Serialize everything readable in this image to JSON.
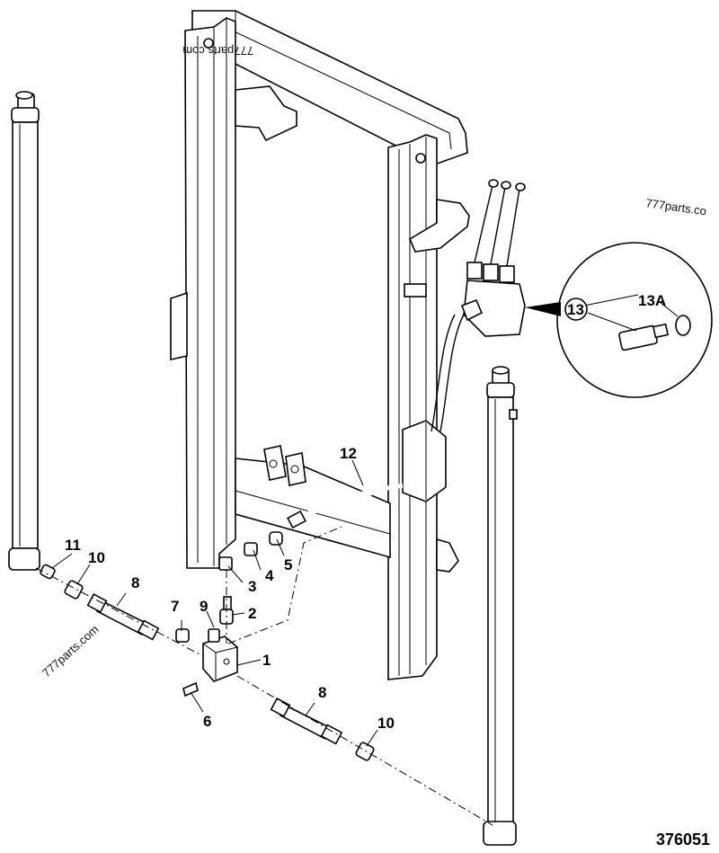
{
  "figure_number": "376051",
  "watermarks": [
    "777parts.com",
    "777parts.co",
    "777parts.com"
  ],
  "callouts": {
    "c1": "1",
    "c2": "2",
    "c3": "3",
    "c4": "4",
    "c5": "5",
    "c6": "6",
    "c7": "7",
    "c8a": "8",
    "c8b": "8",
    "c9": "9",
    "c10a": "10",
    "c10b": "10",
    "c11": "11",
    "c12": "12",
    "c13": "13",
    "c13a": "13A"
  }
}
